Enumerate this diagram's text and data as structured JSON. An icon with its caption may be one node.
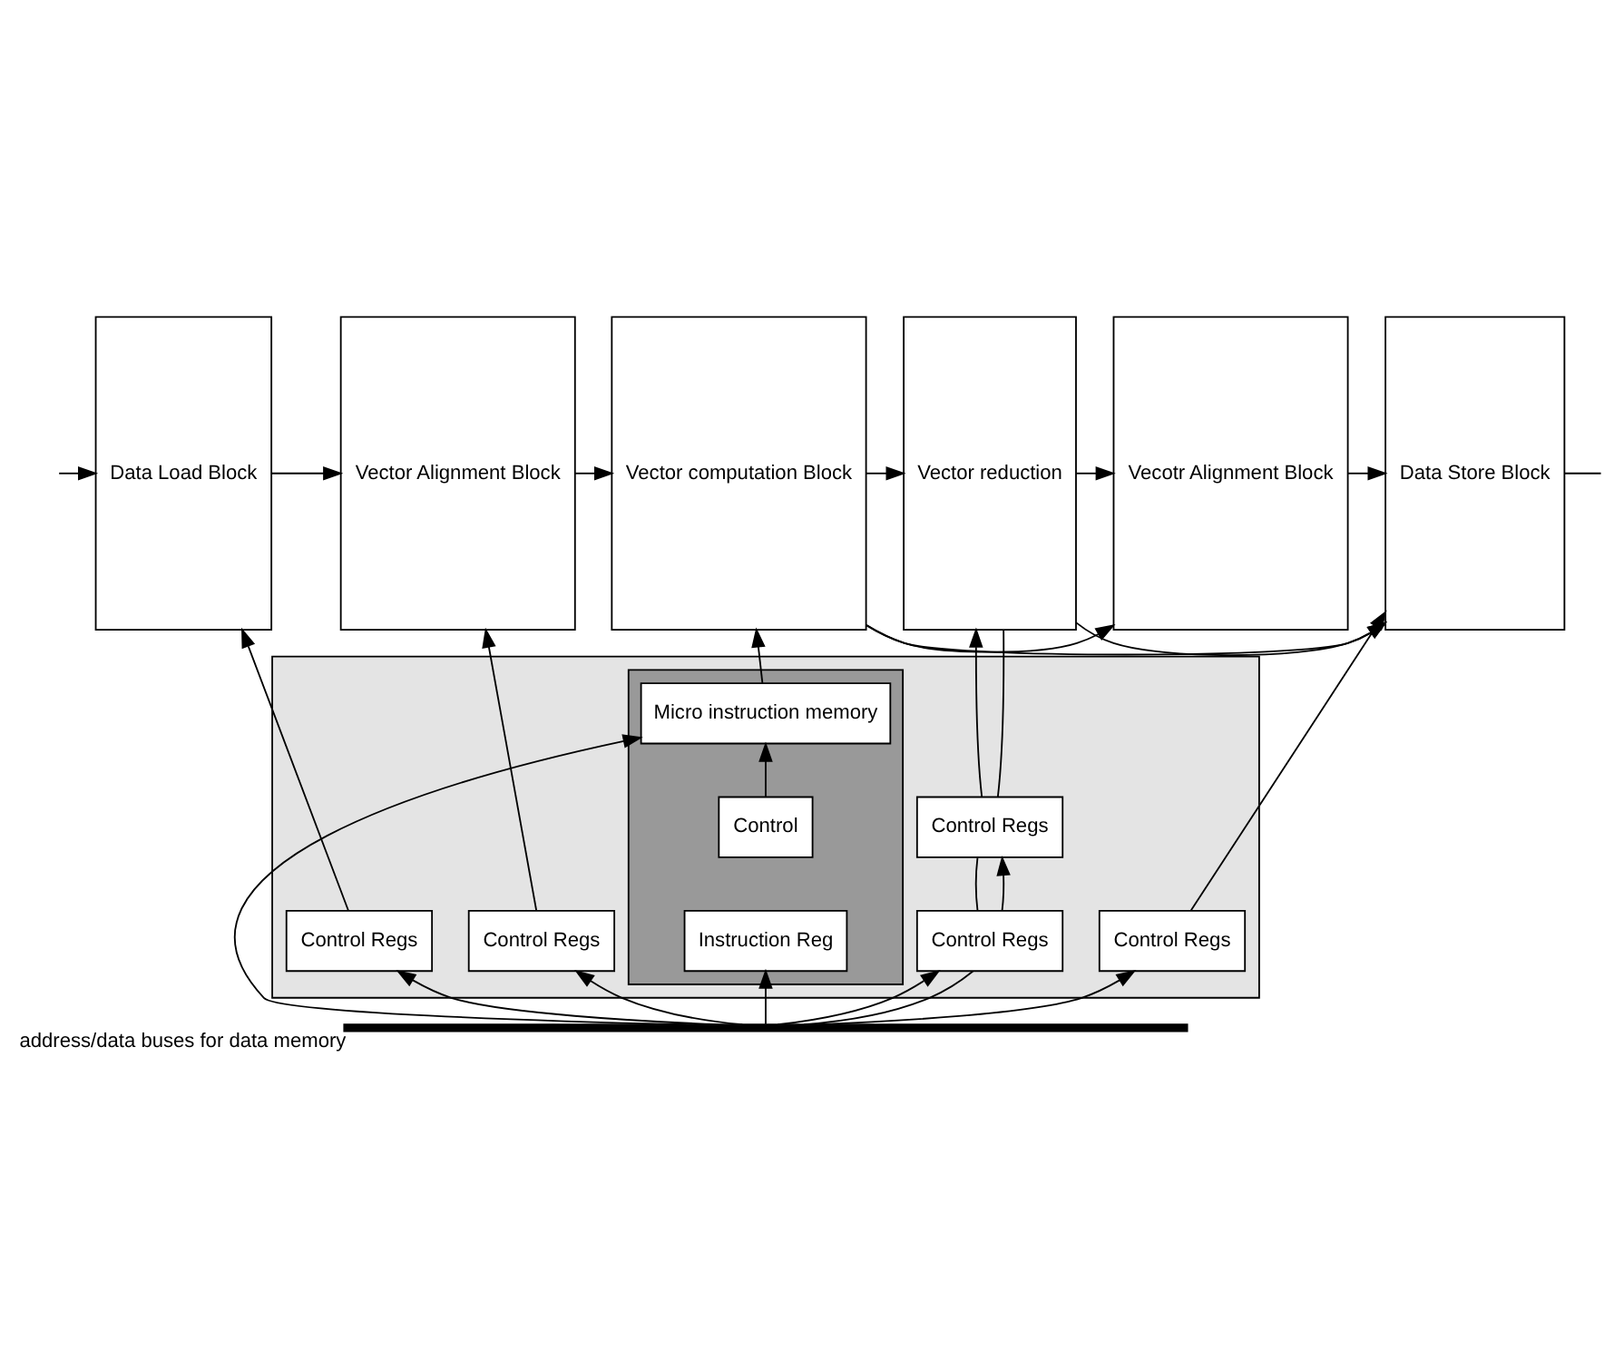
{
  "diagram": {
    "nodes": [
      {
        "text": [
          "Data Load Block"
        ]
      },
      {
        "text": [
          "Vector Alignment Block"
        ]
      },
      {
        "text": [
          "Vector computation Block"
        ]
      },
      {
        "text": [
          "Vecotr Alignment Block"
        ]
      },
      {
        "text": [
          "Data Store Block"
        ]
      },
      {
        "text": [
          "Vector reduction"
        ]
      },
      {
        "text": [],
        "shape": "box"
      },
      {
        "text": [
          "Control Regs"
        ],
        "in": 6
      },
      {
        "text": [
          "Control Regs"
        ],
        "in": 6
      },
      {
        "text": [],
        "shape": "box",
        "in": 6
      },
      {
        "text": [
          "Micro instruction memory"
        ],
        "in": 9
      },
      {
        "text": [
          "Control"
        ],
        "in": 9
      },
      {
        "text": [
          "Instruction Reg"
        ],
        "in": 9
      },
      {
        "text": [
          "Control Regs"
        ],
        "in": 6
      },
      {
        "text": [
          "Control Regs"
        ],
        "in": 6
      },
      {
        "text": [
          "Control Regs"
        ],
        "in": 6
      },
      {
        "text": [],
        "shape": "bar",
        "beside": [
          "address/data buses for data memory"
        ]
      }
    ],
    "edges": [
      {
        "from": null,
        "to": 0,
        "arrow": "to"
      },
      {
        "from": 0,
        "to": 1,
        "arrow": "to"
      },
      {
        "from": 1,
        "to": 2,
        "arrow": "to"
      },
      {
        "from": 2,
        "to": 3,
        "arrow": "to"
      },
      {
        "from": 2,
        "to": 4,
        "arrow": "to"
      },
      {
        "from": 2,
        "to": 5,
        "arrow": "to"
      },
      {
        "from": 3,
        "to": 4,
        "arrow": "to"
      },
      {
        "from": 5,
        "to": 3,
        "arrow": "to"
      },
      {
        "from": 5,
        "to": 4,
        "arrow": "to"
      },
      {
        "from": 4,
        "to": null,
        "arrow": "none"
      },
      {
        "from": 7,
        "to": 0,
        "arrow": "to"
      },
      {
        "from": 16,
        "to": 7,
        "arrow": "to"
      },
      {
        "from": 8,
        "to": 1,
        "arrow": "to"
      },
      {
        "from": 16,
        "to": 8,
        "arrow": "to"
      },
      {
        "from": 10,
        "to": 2,
        "arrow": "to"
      },
      {
        "from": 16,
        "to": 10,
        "arrow": "to"
      },
      {
        "from": 11,
        "to": 10,
        "arrow": "to"
      },
      {
        "from": 16,
        "to": 12,
        "arrow": "to"
      },
      {
        "from": 13,
        "to": 5,
        "arrow": "to"
      },
      {
        "from": 13,
        "to": 5,
        "arrow": "none"
      },
      {
        "from": 15,
        "to": 13,
        "arrow": "none"
      },
      {
        "from": 15,
        "to": 13,
        "arrow": "to"
      },
      {
        "from": 16,
        "to": 15,
        "arrow": "to"
      },
      {
        "from": 16,
        "to": 15,
        "arrow": "none"
      },
      {
        "from": 14,
        "to": 4,
        "arrow": "to"
      },
      {
        "from": 16,
        "to": 14,
        "arrow": "to"
      }
    ]
  }
}
